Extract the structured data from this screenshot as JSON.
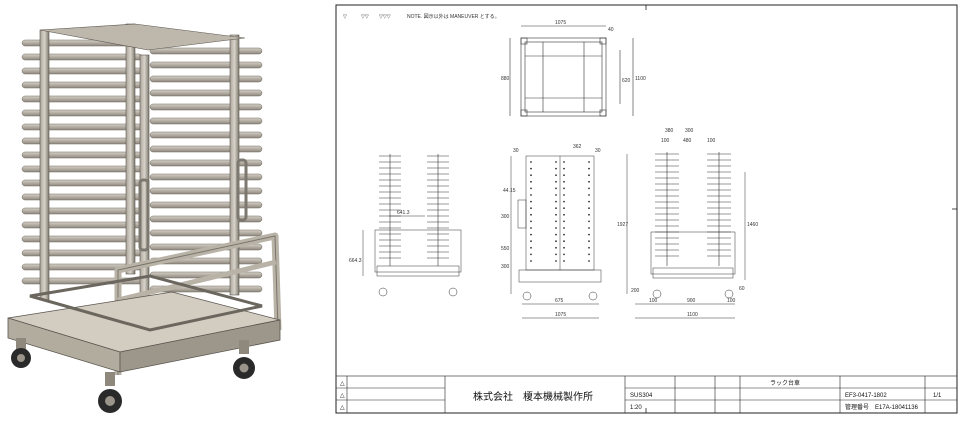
{
  "notes": {
    "symbols": [
      "▽",
      "▽▽",
      "▽▽▽"
    ],
    "text": "NOTE.\n図示以外は MANEUVER とする。"
  },
  "top_view": {
    "width_1075": "1075",
    "edge_40": "40",
    "depth_880": "880",
    "depth_1100": "1100",
    "inner_620": "620"
  },
  "front_view": {
    "dim_30": "30",
    "dim_362": "362",
    "dim_30b": "30",
    "dim_44_15": "44.15",
    "dim_300": "300",
    "dim_550": "550",
    "dim_300b": "300",
    "dim_675": "675",
    "dim_1075": "1075"
  },
  "left_view": {
    "dim_664_3": "664.3",
    "dim_641_3": "641.3"
  },
  "side_view": {
    "dim_380": "380",
    "dim_300": "300",
    "dim_100": "100",
    "dim_480": "480",
    "dim_100b": "100",
    "dim_1927": "1927",
    "dim_1460": "1460",
    "dim_200": "200",
    "dim_100c": "100",
    "dim_900": "900",
    "dim_100d": "100",
    "dim_1100": "1100",
    "dim_60": "60"
  },
  "title_block": {
    "company": "株式会社　榎本機械製作所",
    "part_name": "ラック台車",
    "drawing_no": "EF3-0417-1802",
    "mgmt_label": "管理番号",
    "mgmt_no": "E17A-18041136",
    "scale": "1:20",
    "material": "SUS304",
    "page": "1/1"
  },
  "colors": {
    "metal_light": "#c9c3b7",
    "metal_mid": "#9c968c",
    "metal_dark": "#6b665e",
    "line": "#333333"
  }
}
